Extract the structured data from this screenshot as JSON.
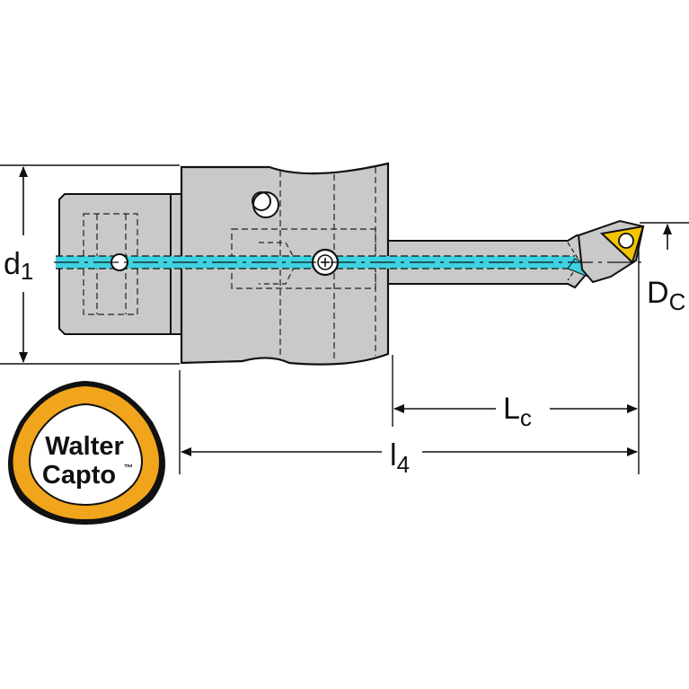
{
  "labels": {
    "d1_main": "d",
    "d1_sub": "1",
    "dc_main": "D",
    "dc_sub": "C",
    "lc_main": "L",
    "lc_sub": "c",
    "l4_main": "l",
    "l4_sub": "4"
  },
  "logo": {
    "line1": "Walter",
    "line2": "Capto",
    "trademark": "™"
  },
  "colors": {
    "body": "#c9c9c9",
    "outline": "#111111",
    "coolant": "#3fd2e0",
    "logo_ring": "#f0a51c",
    "insert": "#f5c400"
  }
}
